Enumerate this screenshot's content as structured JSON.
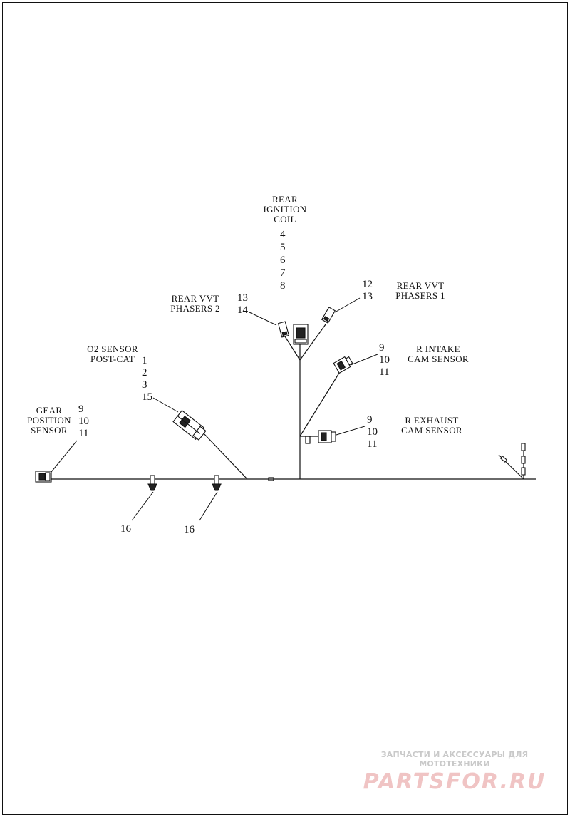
{
  "labels": {
    "rear_ignition_coil": [
      "REAR",
      "IGNITION",
      "COIL"
    ],
    "rear_vvt_phasers_2": [
      "REAR VVT",
      "PHASERS 2"
    ],
    "rear_vvt_phasers_1": [
      "REAR VVT",
      "PHASERS 1"
    ],
    "o2_sensor_post_cat": [
      "O2 SENSOR",
      "POST-CAT"
    ],
    "r_intake_cam_sensor": [
      "R INTAKE",
      "CAM SENSOR"
    ],
    "r_exhaust_cam_sensor": [
      "R EXHAUST",
      "CAM SENSOR"
    ],
    "gear_position_sensor": [
      "GEAR",
      "POSITION",
      "SENSOR"
    ]
  },
  "callouts": {
    "rear_ignition_coil": [
      "4",
      "5",
      "6",
      "7",
      "8"
    ],
    "rear_vvt_phasers_2": [
      "13",
      "14"
    ],
    "rear_vvt_phasers_1": [
      "12",
      "13"
    ],
    "o2_sensor_post_cat": [
      "1",
      "2",
      "3",
      "15"
    ],
    "r_intake_cam_sensor": [
      "9",
      "10",
      "11"
    ],
    "r_exhaust_cam_sensor": [
      "9",
      "10",
      "11"
    ],
    "gear_position_sensor": [
      "9",
      "10",
      "11"
    ],
    "clip_left": "16",
    "clip_right": "16"
  },
  "watermark": {
    "line1": "ЗАПЧАСТИ И АКСЕССУАРЫ ДЛЯ МОТОТЕХНИКИ",
    "line2": "PARTSFOR.RU"
  }
}
